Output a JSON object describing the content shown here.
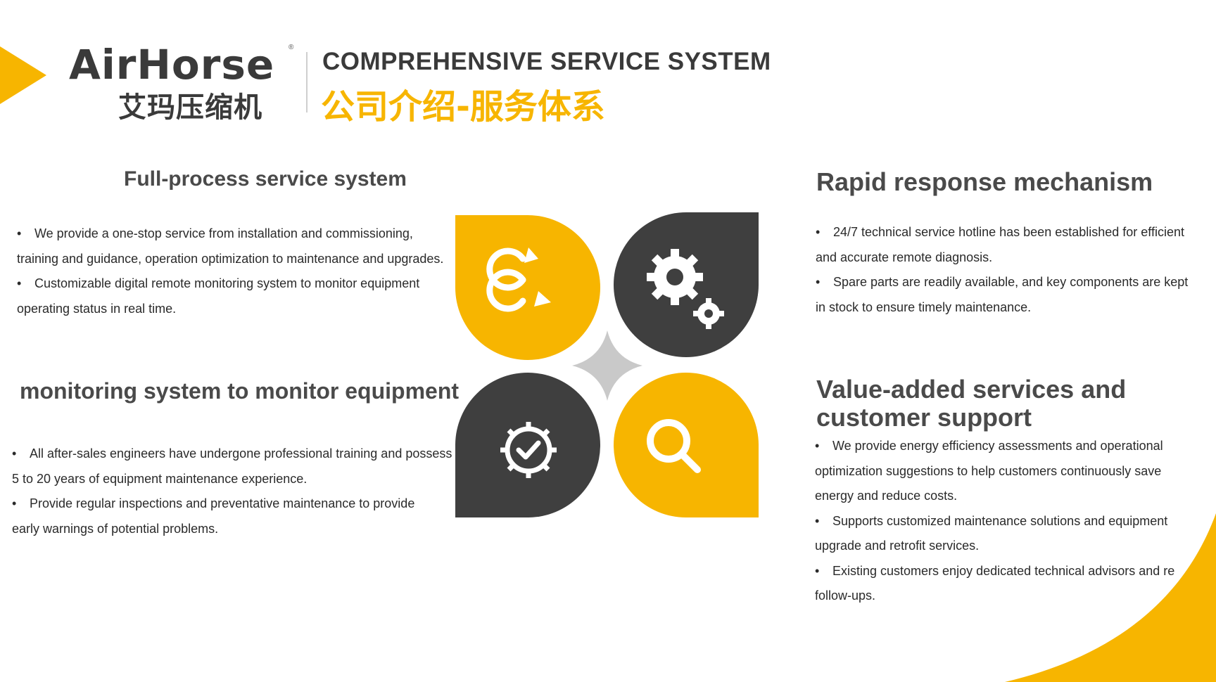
{
  "brand": {
    "logo_word": "AirHorse",
    "logo_cn": "艾玛压缩机",
    "registered_mark": "®"
  },
  "header": {
    "title_en": "COMPREHENSIVE SERVICE SYSTEM",
    "title_cn": "公司介绍-服务体系"
  },
  "colors": {
    "accent": "#f7b500",
    "dark": "#3f3f3f",
    "diamond": "#c9c9c9"
  },
  "sections": {
    "full_process": {
      "title": "Full-process service system",
      "lines": [
        "We provide a one-stop service from installation and commissioning,",
        "training and guidance, operation optimization to maintenance and upgrades.",
        "Customizable digital remote monitoring system to monitor equipment",
        "operating status in real time."
      ]
    },
    "monitoring": {
      "title": "monitoring system to monitor equipment",
      "lines": [
        "All after-sales engineers have undergone professional training and possess",
        "5 to 20 years of equipment maintenance experience.",
        "Provide regular inspections and preventative maintenance to provide",
        "early warnings of potential problems."
      ]
    },
    "rapid_response": {
      "title": "Rapid response mechanism",
      "lines": [
        "24/7 technical service hotline has been established for efficient",
        "and accurate remote diagnosis.",
        "Spare parts are readily available, and key components are kept",
        "in stock to ensure timely maintenance."
      ]
    },
    "value_added": {
      "title": "Value-added services and customer support",
      "lines": [
        "We provide energy efficiency assessments and operational",
        "optimization suggestions to help customers continuously save",
        "energy and reduce costs.",
        "Supports customized maintenance solutions and equipment",
        "upgrade and retrofit services.",
        "Existing customers enjoy dedicated technical advisors and re",
        "follow-ups."
      ]
    }
  },
  "icons": {
    "top_left": "sync-arrows-icon",
    "top_right": "gears-icon",
    "bottom_left": "gear-check-icon",
    "bottom_right": "search-icon"
  }
}
